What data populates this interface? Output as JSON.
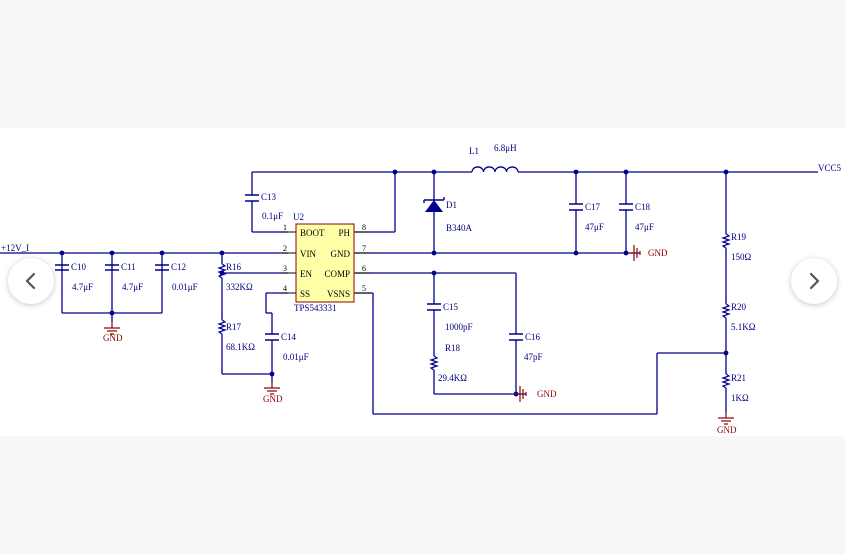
{
  "nets": {
    "input": "+12V_I",
    "output": "VCC5",
    "gnd_labels": [
      "GND",
      "GND",
      "GND",
      "GND",
      "GND"
    ]
  },
  "ic": {
    "ref": "U2",
    "part": "TPS543331",
    "pins_left": [
      {
        "num": "1",
        "name": "BOOT"
      },
      {
        "num": "2",
        "name": "VIN"
      },
      {
        "num": "3",
        "name": "EN"
      },
      {
        "num": "4",
        "name": "SS"
      }
    ],
    "pins_right": [
      {
        "num": "8",
        "name": "PH"
      },
      {
        "num": "7",
        "name": "GND"
      },
      {
        "num": "6",
        "name": "COMP"
      },
      {
        "num": "5",
        "name": "VSNS"
      }
    ]
  },
  "components": {
    "C10": {
      "ref": "C10",
      "value": "4.7μF"
    },
    "C11": {
      "ref": "C11",
      "value": "4.7μF"
    },
    "C12": {
      "ref": "C12",
      "value": "0.01μF"
    },
    "R16": {
      "ref": "R16",
      "value": "332KΩ"
    },
    "R17": {
      "ref": "R17",
      "value": "68.1KΩ"
    },
    "C13": {
      "ref": "C13",
      "value": "0.1μF"
    },
    "C14": {
      "ref": "C14",
      "value": "0.01μF"
    },
    "L1": {
      "ref": "L1",
      "value": "6.8μH"
    },
    "D1": {
      "ref": "D1",
      "value": "B340A"
    },
    "C15": {
      "ref": "C15",
      "value": "1000pF"
    },
    "R18": {
      "ref": "R18",
      "value": "29.4KΩ"
    },
    "C16": {
      "ref": "C16",
      "value": "47pF"
    },
    "C17": {
      "ref": "C17",
      "value": "47μF"
    },
    "C18": {
      "ref": "C18",
      "value": "47μF"
    },
    "R19": {
      "ref": "R19",
      "value": "150Ω"
    },
    "R20": {
      "ref": "R20",
      "value": "5.1KΩ"
    },
    "R21": {
      "ref": "R21",
      "value": "1KΩ"
    }
  },
  "colors": {
    "wire": "#00008b",
    "label": "#000080",
    "ic_fill": "#ffffa8",
    "ic_stroke": "#8b0000",
    "gnd": "#8b0000",
    "pin": "#000000",
    "resistor": "#00008b",
    "sheet": "#ffffff",
    "page": "#f7f7f8"
  },
  "navigation": {
    "prev_icon": "chevron-left-icon",
    "next_icon": "chevron-right-icon"
  }
}
